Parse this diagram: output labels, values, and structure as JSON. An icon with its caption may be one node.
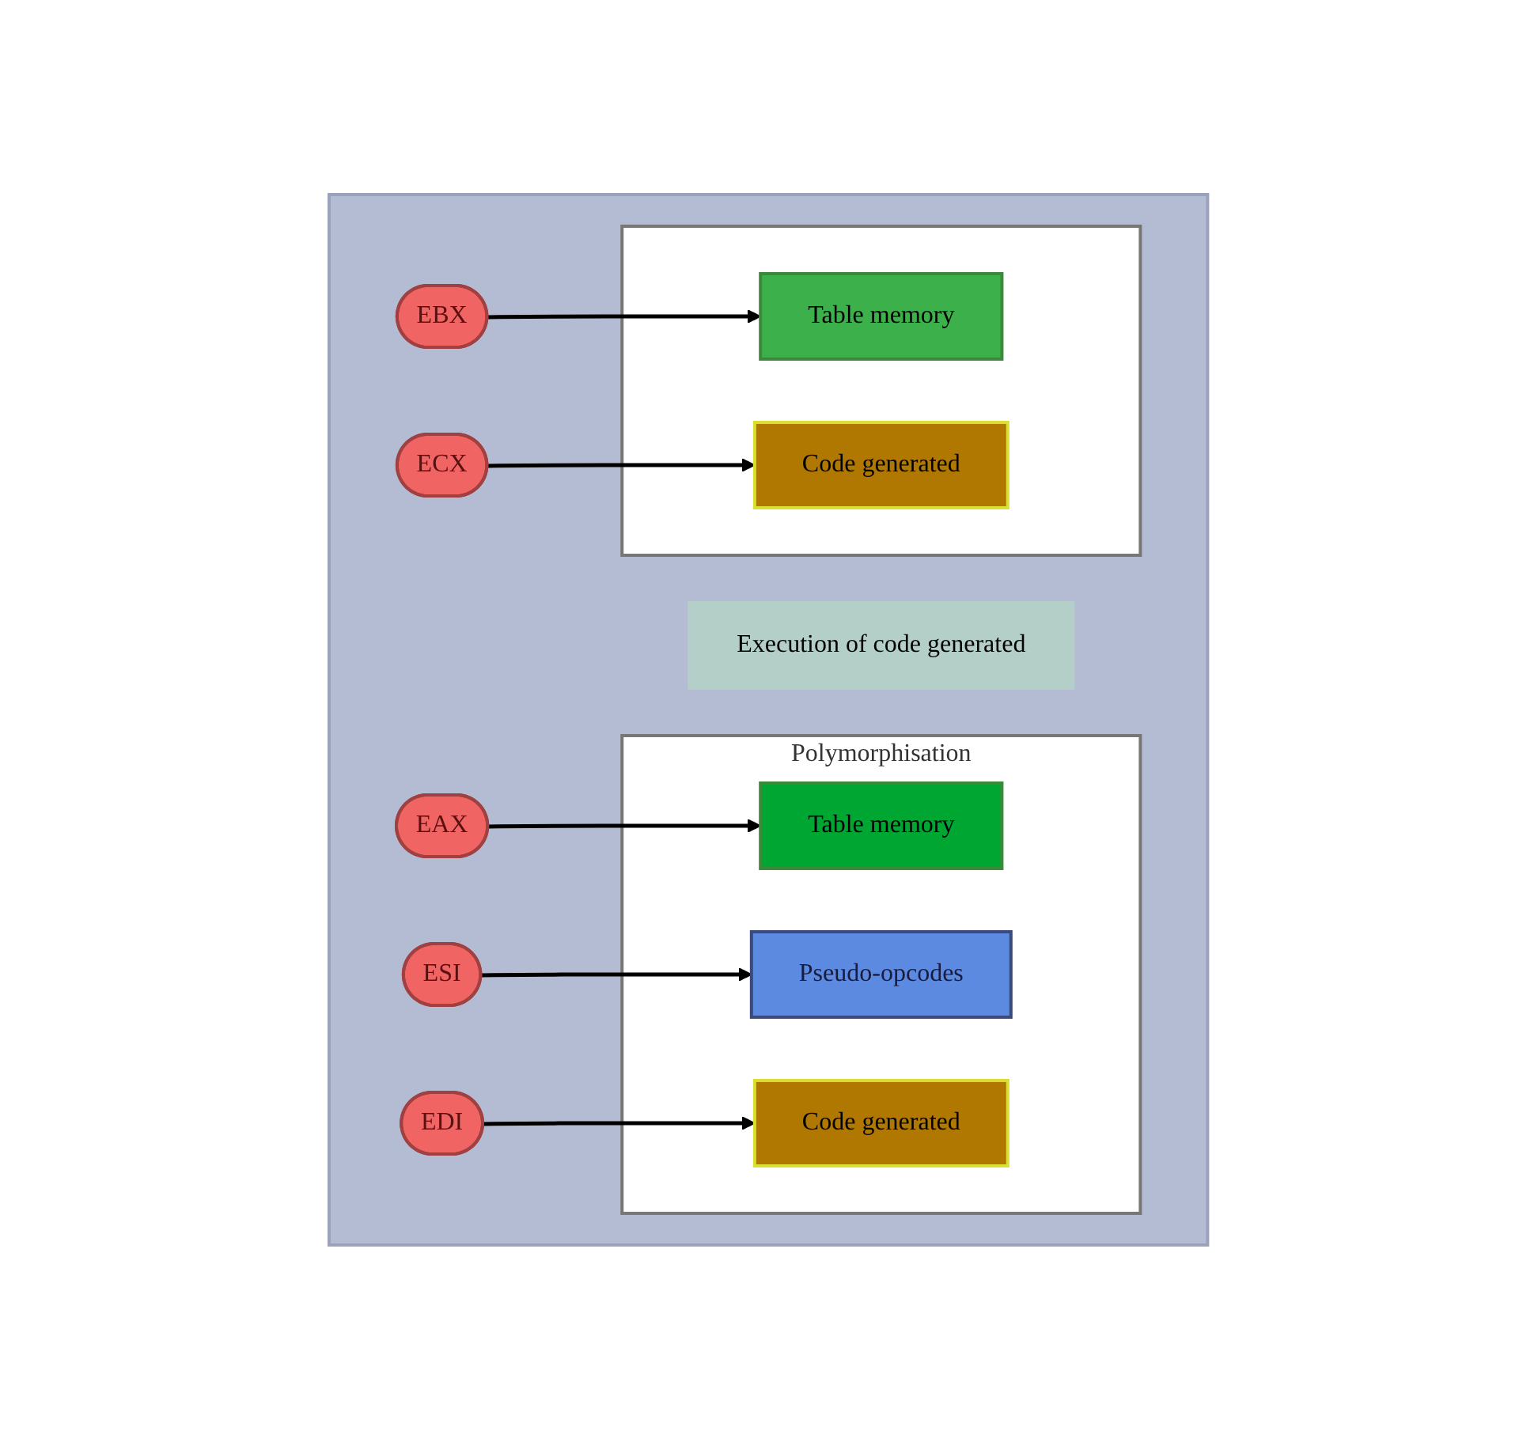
{
  "diagram": {
    "nodes": [
      {
        "text": [],
        "shape": "box"
      },
      {
        "text": [
          "Polymorphisation"
        ],
        "in": 0
      },
      {
        "text": [
          "Table memory"
        ],
        "in": 1
      },
      {
        "text": [
          "Pseudo-opcodes"
        ],
        "in": 1
      },
      {
        "text": [
          "Code generated"
        ],
        "in": 1
      },
      {
        "text": [
          "Execution of code generated"
        ],
        "in": 0
      },
      {
        "text": [],
        "shape": "box",
        "in": 0
      },
      {
        "text": [
          "Table memory"
        ],
        "in": 6
      },
      {
        "text": [
          "Code generated"
        ],
        "in": 6
      },
      {
        "text": [
          "EAX"
        ],
        "in": 0
      },
      {
        "text": [
          "EBX"
        ],
        "in": 0
      },
      {
        "text": [
          "ESI"
        ],
        "in": 0
      },
      {
        "text": [
          "ECX"
        ],
        "in": 0
      },
      {
        "text": [
          "EDI"
        ],
        "in": 0
      }
    ],
    "edges": [
      {
        "from": 9,
        "to": 2,
        "arrow": "to"
      },
      {
        "from": 10,
        "to": 7,
        "arrow": "to"
      },
      {
        "from": 11,
        "to": 3,
        "arrow": "to"
      },
      {
        "from": 12,
        "to": 8,
        "arrow": "to"
      },
      {
        "from": 13,
        "to": 4,
        "arrow": "to"
      }
    ]
  }
}
